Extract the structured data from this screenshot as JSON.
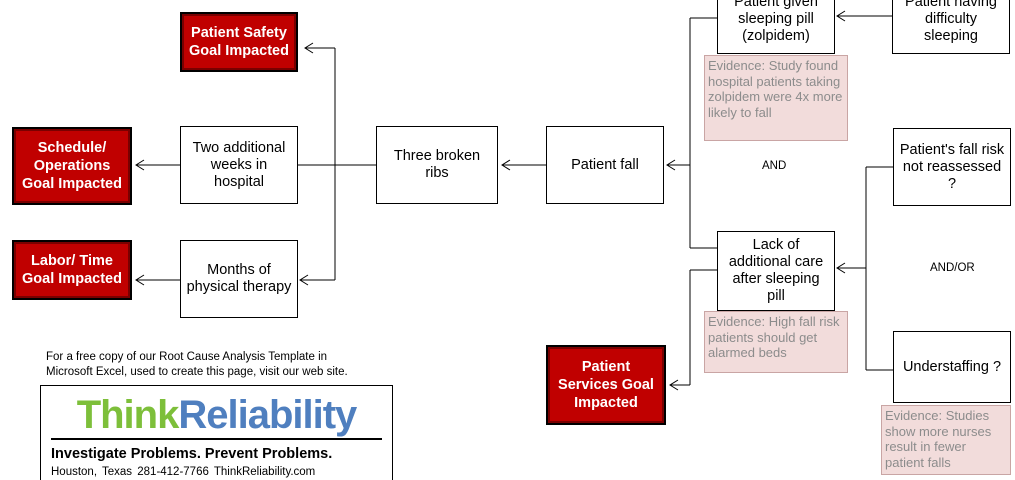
{
  "goals": {
    "safety": "Patient Safety Goal Impacted",
    "schedule": "Schedule/ Operations Goal Impacted",
    "labor": "Labor/ Time Goal Impacted",
    "services": "Patient Services Goal Impacted"
  },
  "causes": {
    "two_weeks": "Two additional weeks in hospital",
    "therapy": "Months of physical therapy",
    "ribs": "Three broken ribs",
    "fall": "Patient fall",
    "sleeping_pill": "Patient given sleeping pill (zolpidem)",
    "difficulty_sleeping": "Patient having difficulty sleeping",
    "lack_care": "Lack of additional care after sleeping pill",
    "fall_risk": "Patient's fall risk not reassessed ?",
    "understaffing": "Understaffing ?"
  },
  "evidence": {
    "zolpidem": "Evidence: Study found hospital patients taking zolpidem were 4x more likely to fall",
    "alarmed_beds": "Evidence: High fall risk patients should get alarmed beds",
    "nurses": "Evidence: Studies show more nurses result in fewer patient falls"
  },
  "operators": {
    "and": "AND",
    "and_or": "AND/OR"
  },
  "promo": {
    "line1": "For a free copy of our Root Cause Analysis Template in",
    "line2": "Microsoft Excel, used to create this page, visit our web site."
  },
  "logo": {
    "brand_part1": "Think",
    "brand_part2": "Reliability",
    "tagline": "Investigate Problems. Prevent Problems.",
    "contact": "Houston, Texas    281-412-7766    ThinkReliability.com"
  },
  "colors": {
    "goal_fill": "#c00000",
    "evidence_fill": "#f2dcdb",
    "brand_green": "#7dbf3a",
    "brand_blue": "#4f7fbf"
  }
}
